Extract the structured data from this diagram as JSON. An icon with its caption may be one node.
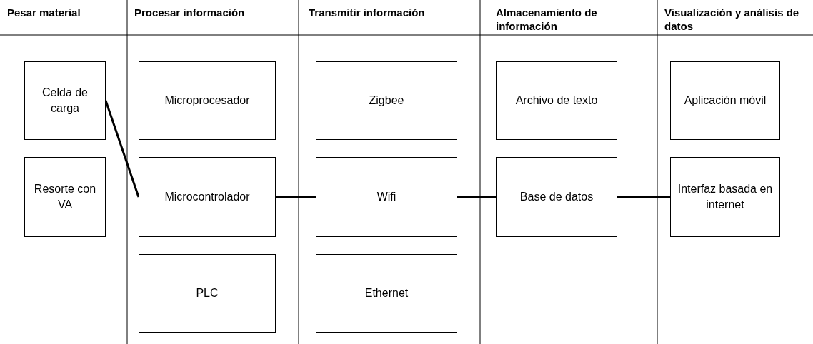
{
  "diagram": {
    "nodes": [
      {
        "text": [
          "Celda de carga"
        ]
      },
      {
        "text": [
          "Resorte con VA"
        ]
      },
      {
        "text": [
          "Microprocesador"
        ]
      },
      {
        "text": [
          "Microcontrolador"
        ]
      },
      {
        "text": [
          "PLC"
        ]
      },
      {
        "text": [
          "Zigbee"
        ]
      },
      {
        "text": [
          "Wifi"
        ]
      },
      {
        "text": [
          "Ethernet"
        ]
      },
      {
        "text": [
          "Archivo de texto"
        ]
      },
      {
        "text": [
          "Base de datos"
        ]
      },
      {
        "text": [
          "Aplicación móvil"
        ]
      },
      {
        "text": [
          "Interfaz basada en internet"
        ]
      }
    ],
    "edges": [
      {
        "from": 0,
        "to": 3,
        "arrow": "none"
      },
      {
        "from": 3,
        "to": 6,
        "arrow": "none"
      },
      {
        "from": 6,
        "to": 9,
        "arrow": "none"
      },
      {
        "from": 9,
        "to": 11,
        "arrow": "none"
      }
    ],
    "labels": [
      "Pesar material",
      "Procesar información",
      "Transmitir información",
      "Almacenamiento de información",
      "Visualización y análisis de datos"
    ]
  }
}
